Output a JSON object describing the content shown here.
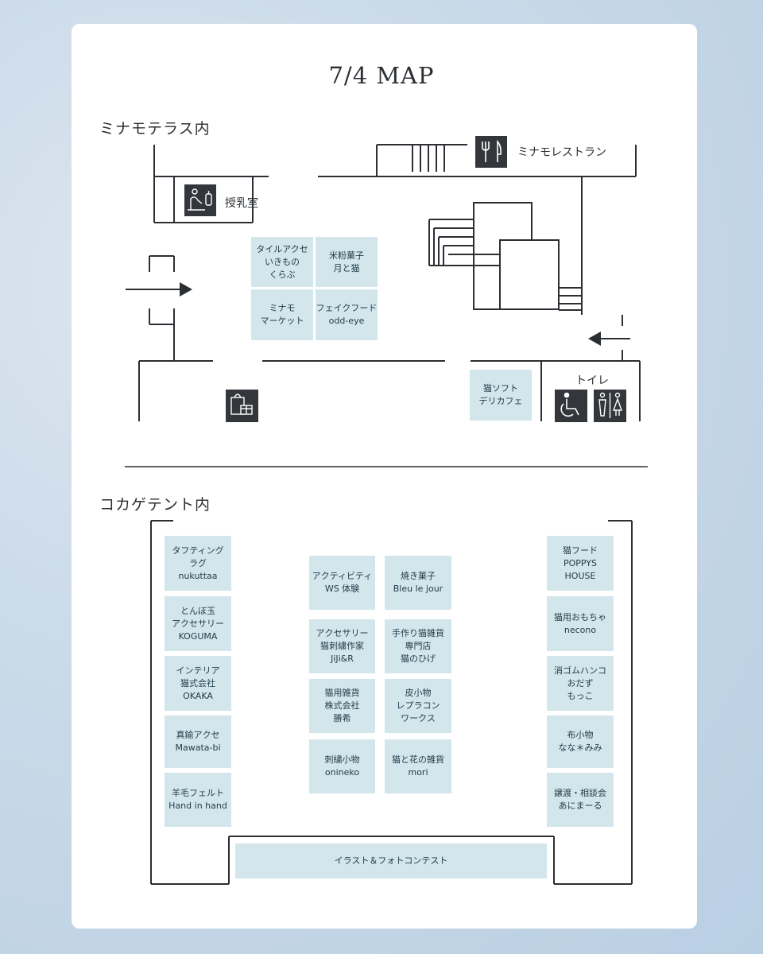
{
  "title": "7/4 MAP",
  "terrace": {
    "label": "ミナモテラス内",
    "restaurant_label": "ミナモレストラン",
    "nursing_label": "授乳室",
    "toilet_label": "トイレ",
    "booths": [
      {
        "lines": [
          "タイルアクセ",
          "いきもの",
          "くらぶ"
        ]
      },
      {
        "lines": [
          "米粉菓子",
          "月と猫"
        ]
      },
      {
        "lines": [
          "ミナモ",
          "マーケット"
        ]
      },
      {
        "lines": [
          "フェイクフード",
          "odd-eye"
        ]
      },
      {
        "lines": [
          "猫ソフト",
          "デリカフェ"
        ]
      }
    ]
  },
  "tent": {
    "label": "コカゲテント内",
    "left_booths": [
      {
        "lines": [
          "タフティング",
          "ラグ",
          "nukuttaa"
        ]
      },
      {
        "lines": [
          "とんぼ玉",
          "アクセサリー",
          "KOGUMA"
        ]
      },
      {
        "lines": [
          "インテリア",
          "猫式会社",
          "OKAKA"
        ]
      },
      {
        "lines": [
          "真鍮アクセ",
          "Mawata-bi"
        ]
      },
      {
        "lines": [
          "羊毛フェルト",
          "Hand in hand"
        ]
      }
    ],
    "center_left_booths": [
      {
        "lines": [
          "アクティビティ",
          "WS 体験"
        ]
      },
      {
        "lines": [
          "アクセサリー",
          "猫刺繍作家",
          "JiJi&R"
        ]
      },
      {
        "lines": [
          "猫用雑貨",
          "株式会社",
          "勝希"
        ]
      },
      {
        "lines": [
          "刺繍小物",
          "onineko"
        ]
      }
    ],
    "center_right_booths": [
      {
        "lines": [
          "焼き菓子",
          "Bleu le jour"
        ]
      },
      {
        "lines": [
          "手作り猫雑貨",
          "専門店",
          "猫のひげ"
        ]
      },
      {
        "lines": [
          "皮小物",
          "レプラコン",
          "ワークス"
        ]
      },
      {
        "lines": [
          "猫と花の雑貨",
          "mori"
        ]
      }
    ],
    "right_booths": [
      {
        "lines": [
          "猫フード",
          "POPPYS",
          "HOUSE"
        ]
      },
      {
        "lines": [
          "猫用おもちゃ",
          "necono"
        ]
      },
      {
        "lines": [
          "消ゴムハンコ",
          "おだず",
          "もっこ"
        ]
      },
      {
        "lines": [
          "布小物",
          "なな＊みみ"
        ]
      },
      {
        "lines": [
          "譲渡・相談会",
          "あにまーる"
        ]
      }
    ],
    "contest_label": "イラスト＆フォトコンテスト"
  },
  "icons": {
    "restaurant": "fork-knife-icon",
    "nursing": "nursing-room-icon",
    "shop": "shopping-bag-icon",
    "wheelchair": "wheelchair-icon",
    "restroom": "restroom-icon",
    "arrow_in": "arrow-right-icon",
    "arrow_out": "arrow-left-icon"
  },
  "colors": {
    "booth": "#d3e6ec",
    "icon_bg": "#33363b",
    "line": "#2b2f33"
  }
}
